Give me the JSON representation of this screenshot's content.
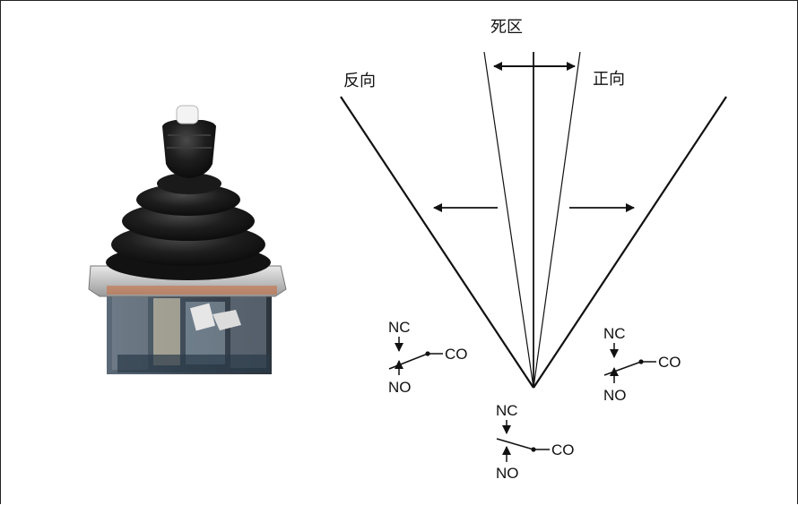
{
  "labels": {
    "dead_zone": "死区",
    "reverse": "反向",
    "forward": "正向"
  },
  "contacts": {
    "left": {
      "nc": "NC",
      "no": "NO",
      "co": "CO"
    },
    "center": {
      "nc": "NC",
      "no": "NO",
      "co": "CO"
    },
    "right": {
      "nc": "NC",
      "no": "NO",
      "co": "CO"
    }
  },
  "colors": {
    "line": "#111111",
    "boot": "#1b1b1b",
    "knob": "#f2f2f2",
    "plate": "#c9c9c9"
  }
}
